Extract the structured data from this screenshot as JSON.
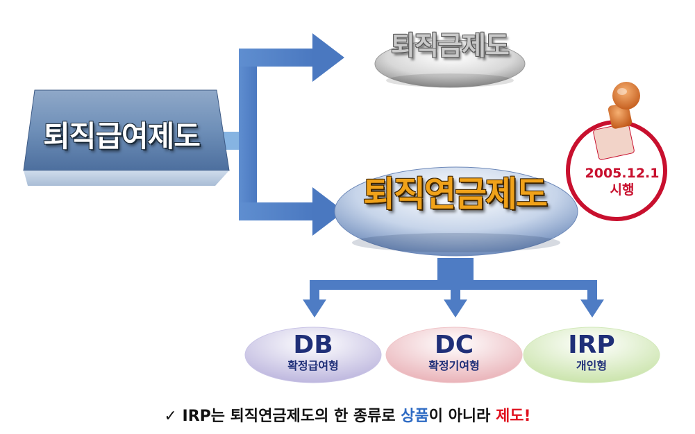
{
  "colors": {
    "arrow": "#4e7cc4",
    "accent_orange": "#f0a21a",
    "stamp_red": "#c8102e",
    "blue_text": "#2e6bc4",
    "red_text": "#e0101e"
  },
  "left_box": {
    "label": "퇴직급여제도"
  },
  "top_node": {
    "label": "퇴직금제도"
  },
  "main_node": {
    "label": "퇴직연금제도"
  },
  "stamp": {
    "date": "2005.12.1",
    "label": "시행",
    "icon": "rubber-stamp-icon"
  },
  "sub_nodes": [
    {
      "code": "DB",
      "label": "확정급여형",
      "color": "#b9b2dc"
    },
    {
      "code": "DC",
      "label": "확정기여형",
      "color": "#e8aeb4"
    },
    {
      "code": "IRP",
      "label": "개인형",
      "color": "#c7e2a6"
    }
  ],
  "footer": {
    "check": "✓",
    "part1": " IRP는 퇴직연금제도의 한 종류로 ",
    "highlight_blue": "상품",
    "part2": "이 아니라 ",
    "highlight_red": "제도!"
  }
}
